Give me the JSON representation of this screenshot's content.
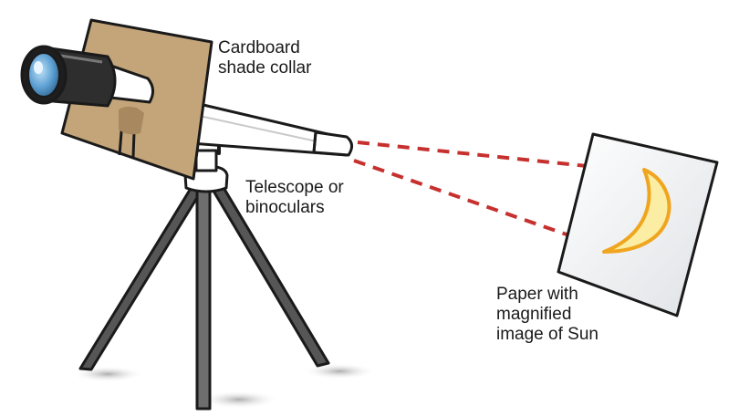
{
  "labels": {
    "collar": [
      "Cardboard",
      "shade collar"
    ],
    "scope": [
      "Telescope or",
      "binoculars"
    ],
    "paper": [
      "Paper with",
      "magnified",
      "image of Sun"
    ]
  },
  "colors": {
    "cardboard": "#c4a57a",
    "beam": "#c6312f",
    "crescent": "#fbeea4",
    "crescent_outline": "#f0a51e",
    "lens": "#5ea1d3",
    "tripod": "#565656"
  }
}
